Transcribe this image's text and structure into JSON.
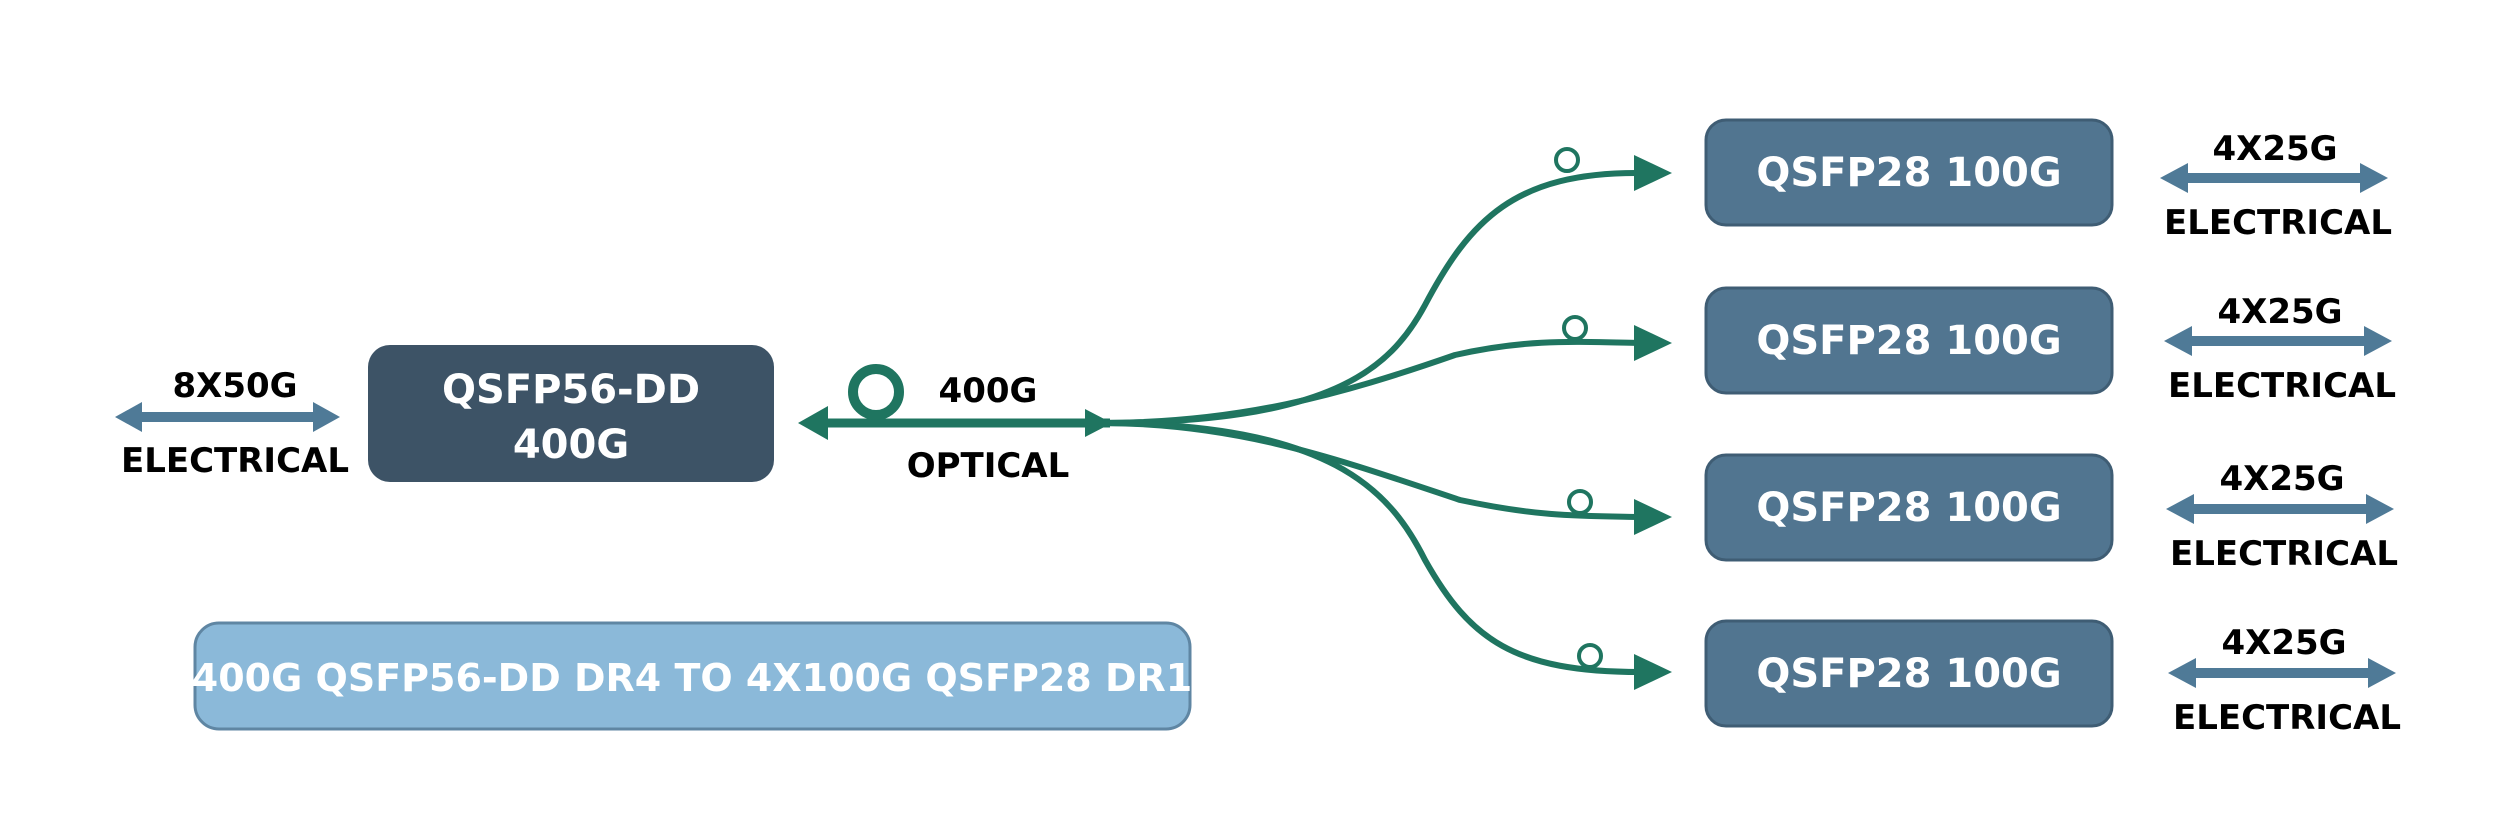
{
  "main_module": {
    "line1": "QSFP56-DD",
    "line2": "400G"
  },
  "left_interface": {
    "rate": "8X50G",
    "type": "ELECTRICAL"
  },
  "optical_link": {
    "rate": "400G",
    "type": "OPTICAL"
  },
  "title": "400G QSFP56-DD DR4 TO 4X100G QSFP28 DR1",
  "breakouts": [
    {
      "module": "QSFP28 100G",
      "rate": "4X25G",
      "type": "ELECTRICAL"
    },
    {
      "module": "QSFP28 100G",
      "rate": "4X25G",
      "type": "ELECTRICAL"
    },
    {
      "module": "QSFP28 100G",
      "rate": "4X25G",
      "type": "ELECTRICAL"
    },
    {
      "module": "QSFP28 100G",
      "rate": "4X25G",
      "type": "ELECTRICAL"
    }
  ],
  "colors": {
    "main_module": "#3d5366",
    "breakout_module": "#517590",
    "breakout_border": "#3f5d74",
    "title_bg": "#8bb9d9",
    "title_border": "#5f86a3",
    "fiber": "#1f7560",
    "electrical_arrow": "#4f7a97"
  }
}
